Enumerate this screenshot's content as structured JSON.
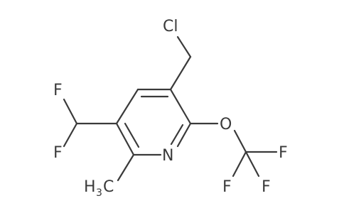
{
  "molecule": {
    "atoms": {
      "cl": "Cl",
      "o": "O",
      "n": "N",
      "f_top_left": "F",
      "f_bottom_left": "F",
      "f_right_top": "F",
      "f_right_bottom_left": "F",
      "f_right_bottom_right": "F",
      "methyl_h": "H",
      "methyl_sub": "3",
      "methyl_c": "C"
    }
  }
}
